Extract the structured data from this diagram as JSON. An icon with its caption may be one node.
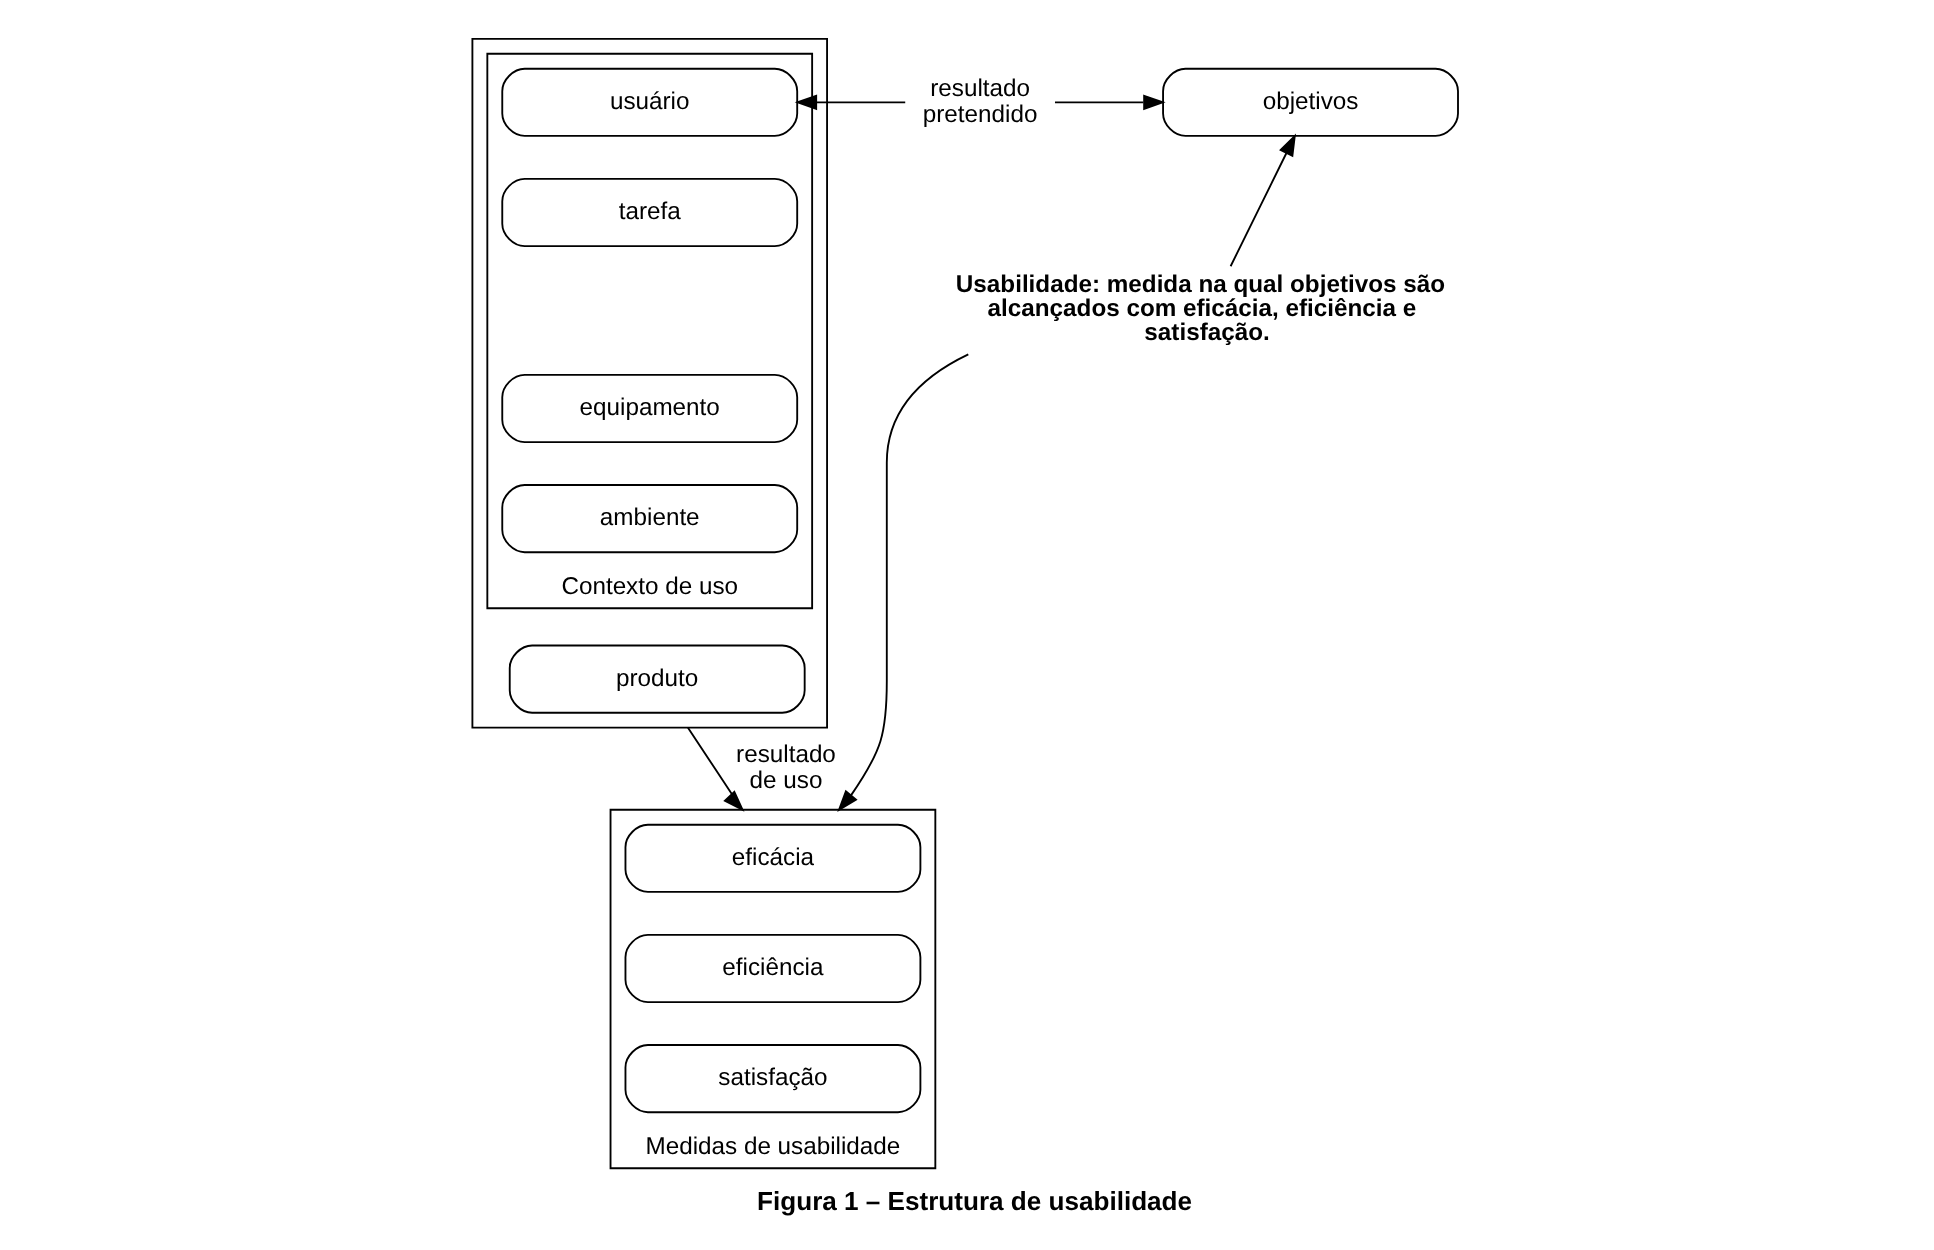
{
  "diagram": {
    "caption": "Figura 1 – Estrutura de usabilidade",
    "nodes": [
      {
        "text": [],
        "shape": "box"
      },
      {
        "text": [
          "Contexto de uso"
        ],
        "in": 0
      },
      {
        "text": [
          "usuário"
        ],
        "in": 1
      },
      {
        "text": [
          "tarefa"
        ],
        "in": 1
      },
      {
        "text": [
          "equipamento"
        ],
        "in": 1
      },
      {
        "text": [
          "ambiente"
        ],
        "in": 1
      },
      {
        "text": [
          "produto"
        ],
        "in": 0
      },
      {
        "text": [
          "resultado pretendido"
        ]
      },
      {
        "text": [
          "objetivos"
        ]
      },
      {
        "text": [
          "Usabilidade: medida na qual objetivos são alcançados com eficácia, eficiência e satisfação."
        ]
      },
      {
        "text": [
          "Medidas de usabilidade"
        ]
      },
      {
        "text": [
          "eficácia"
        ],
        "in": 10
      },
      {
        "text": [
          "eficiência"
        ],
        "in": 10
      },
      {
        "text": [
          "satisfação"
        ],
        "in": 10
      }
    ],
    "edges": [
      {
        "from": 7,
        "to": 2,
        "arrow": "to"
      },
      {
        "from": 7,
        "to": 8,
        "arrow": "to"
      },
      {
        "from": 9,
        "to": 8,
        "arrow": "to"
      },
      {
        "from": 9,
        "to": 10,
        "arrow": "to"
      },
      {
        "from": 0,
        "to": 10,
        "label": "resultado de uso",
        "arrow": "to"
      }
    ]
  }
}
